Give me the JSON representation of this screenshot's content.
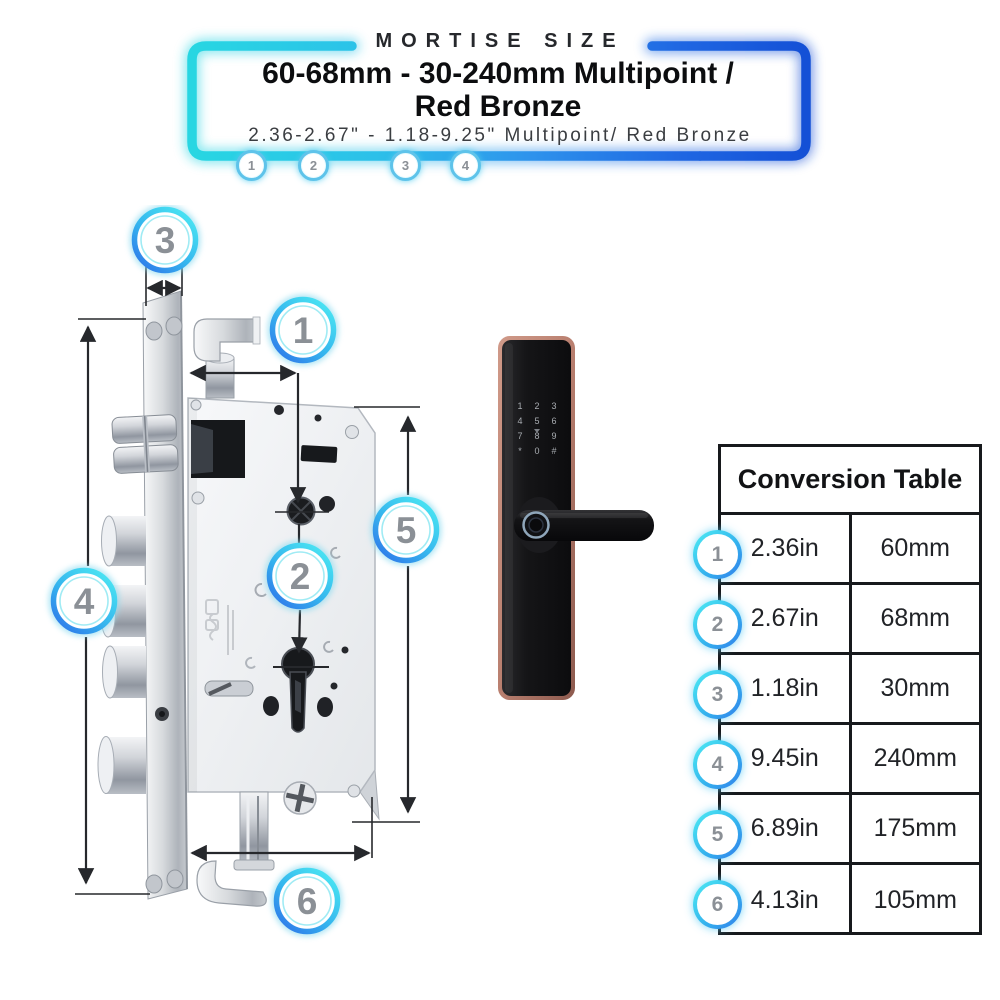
{
  "header": {
    "kicker": "MORTISE SIZE",
    "title_line1": "60-68mm - 30-240mm Multipoint /",
    "title_line2": "Red Bronze",
    "subtitle": "2.36-2.67\" - 1.18-9.25\" Multipoint/ Red Bronze",
    "markers": [
      "1",
      "2",
      "3",
      "4"
    ]
  },
  "diagram": {
    "callouts": [
      "1",
      "2",
      "3",
      "4",
      "5",
      "6"
    ]
  },
  "smart_lock": {
    "keypad": [
      [
        "1",
        "2",
        "3"
      ],
      [
        "4",
        "5",
        "6"
      ],
      [
        "7",
        "8",
        "9"
      ],
      [
        "*",
        "0",
        "#"
      ]
    ]
  },
  "conversion_table": {
    "title": "Conversion Table",
    "rows": [
      {
        "marker": "1",
        "inches": "2.36in",
        "mm": "60mm"
      },
      {
        "marker": "2",
        "inches": "2.67in",
        "mm": "68mm"
      },
      {
        "marker": "3",
        "inches": "1.18in",
        "mm": "30mm"
      },
      {
        "marker": "4",
        "inches": "9.45in",
        "mm": "240mm"
      },
      {
        "marker": "5",
        "inches": "6.89in",
        "mm": "175mm"
      },
      {
        "marker": "6",
        "inches": "4.13in",
        "mm": "105mm"
      }
    ]
  },
  "colors": {
    "accent_cyan": "#28d6e2",
    "accent_blue": "#1450d6",
    "callout_number_gray": "#8b9096",
    "bronze_trim": "#b97f6f",
    "line_dark": "#26282c"
  }
}
